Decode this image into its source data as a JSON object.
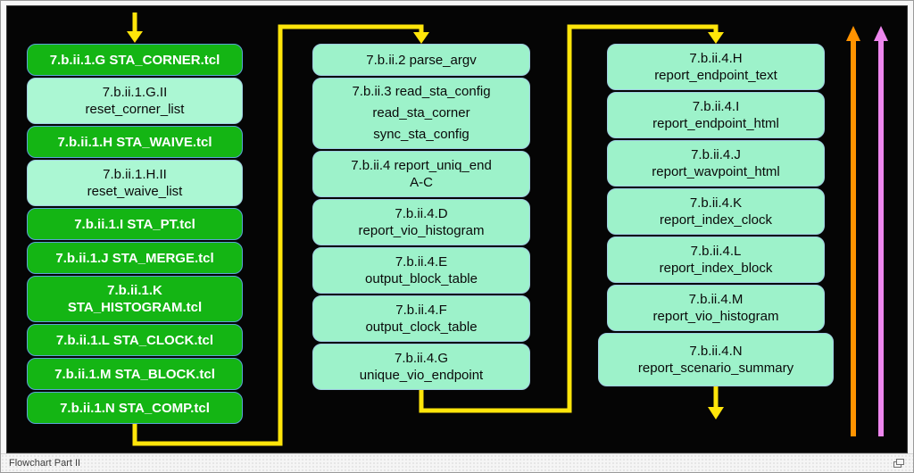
{
  "status_bar": {
    "label": "Flowchart Part II",
    "icon": "overlap-windows-icon"
  },
  "colors": {
    "canvas_bg": "#050505",
    "green_box": "#14b514",
    "green_text": "#ffffff",
    "mint_left": "#abf7d3",
    "mint_main": "#9df2ca",
    "mint_text": "#0a0a0a",
    "connector_yellow": "#ffe50a",
    "connector_orange": "#ff9300",
    "connector_pink": "#ee86ee"
  },
  "columns": [
    {
      "name": "sta-scripts",
      "boxes": [
        {
          "style": "green",
          "lines": [
            "7.b.ii.1.G STA_CORNER.tcl"
          ]
        },
        {
          "style": "mint",
          "lines": [
            "7.b.ii.1.G.II",
            "reset_corner_list"
          ]
        },
        {
          "style": "green",
          "lines": [
            "7.b.ii.1.H STA_WAIVE.tcl"
          ]
        },
        {
          "style": "mint",
          "lines": [
            "7.b.ii.1.H.II",
            "reset_waive_list"
          ]
        },
        {
          "style": "green",
          "lines": [
            "7.b.ii.1.I STA_PT.tcl"
          ]
        },
        {
          "style": "green",
          "lines": [
            "7.b.ii.1.J STA_MERGE.tcl"
          ]
        },
        {
          "style": "green",
          "lines": [
            "7.b.ii.1.K",
            "STA_HISTOGRAM.tcl"
          ]
        },
        {
          "style": "green",
          "lines": [
            "7.b.ii.1.L STA_CLOCK.tcl"
          ]
        },
        {
          "style": "green",
          "lines": [
            "7.b.ii.1.M STA_BLOCK.tcl"
          ]
        },
        {
          "style": "green",
          "lines": [
            "7.b.ii.1.N STA_COMP.tcl"
          ]
        }
      ]
    },
    {
      "name": "parse-and-report",
      "boxes": [
        {
          "style": "mint",
          "lines": [
            "7.b.ii.2 parse_argv"
          ]
        },
        {
          "style": "mint",
          "lines": [
            "7.b.ii.3 read_sta_config",
            "read_sta_corner",
            "sync_sta_config"
          ]
        },
        {
          "style": "mint",
          "lines": [
            "7.b.ii.4 report_uniq_end",
            "A-C"
          ]
        },
        {
          "style": "mint",
          "lines": [
            "7.b.ii.4.D",
            "report_vio_histogram"
          ]
        },
        {
          "style": "mint",
          "lines": [
            "7.b.ii.4.E",
            "output_block_table"
          ]
        },
        {
          "style": "mint",
          "lines": [
            "7.b.ii.4.F",
            "output_clock_table"
          ]
        },
        {
          "style": "mint",
          "lines": [
            "7.b.ii.4.G",
            "unique_vio_endpoint"
          ]
        }
      ]
    },
    {
      "name": "report-outputs",
      "boxes": [
        {
          "style": "mint",
          "lines": [
            "7.b.ii.4.H",
            "report_endpoint_text"
          ]
        },
        {
          "style": "mint",
          "lines": [
            "7.b.ii.4.I",
            "report_endpoint_html"
          ]
        },
        {
          "style": "mint",
          "lines": [
            "7.b.ii.4.J",
            "report_wavpoint_html"
          ]
        },
        {
          "style": "mint",
          "lines": [
            "7.b.ii.4.K",
            "report_index_clock"
          ]
        },
        {
          "style": "mint",
          "lines": [
            "7.b.ii.4.L",
            "report_index_block"
          ]
        },
        {
          "style": "mint",
          "lines": [
            "7.b.ii.4.M",
            "report_vio_histogram"
          ]
        },
        {
          "style": "mint",
          "lines": [
            "7.b.ii.4.N",
            "report_scenario_summary"
          ]
        }
      ]
    }
  ]
}
